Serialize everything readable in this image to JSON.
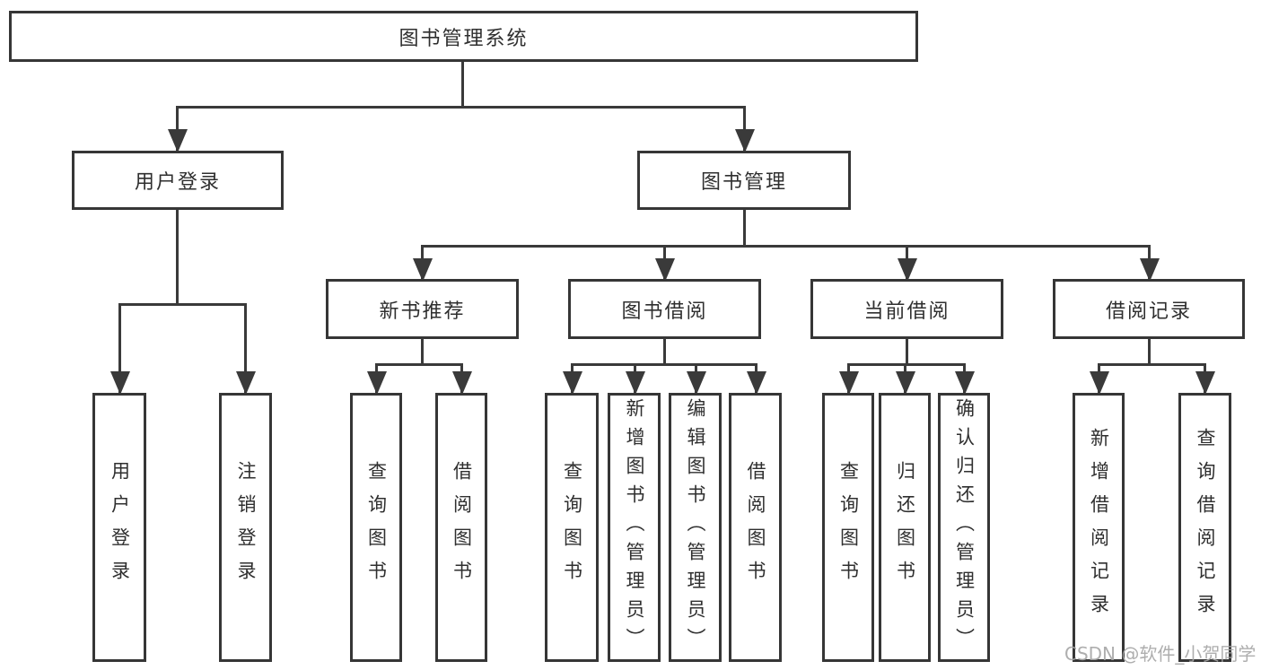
{
  "diagram": {
    "root": {
      "label": "图书管理系统"
    },
    "level2": [
      {
        "label": "用户登录",
        "leaves": [
          "用户登录",
          "注销登录"
        ]
      },
      {
        "label": "图书管理",
        "children": [
          {
            "label": "新书推荐",
            "leaves": [
              "查询图书",
              "借阅图书"
            ]
          },
          {
            "label": "图书借阅",
            "leaves": [
              "查询图书",
              "新增图书（管理员）",
              "编辑图书（管理员）",
              "借阅图书"
            ]
          },
          {
            "label": "当前借阅",
            "leaves": [
              "查询图书",
              "归还图书",
              "确认归还（管理员）"
            ]
          },
          {
            "label": "借阅记录",
            "leaves": [
              "新增借阅记录",
              "查询借阅记录"
            ]
          }
        ]
      }
    ]
  },
  "watermark": {
    "text": "CSDN @软件_小贺同学"
  },
  "colors": {
    "background": "#ffffff",
    "line": "#3a3a3a",
    "box-border": "#363636",
    "text": "#2f2f2f",
    "watermark": "#a6a6a6"
  }
}
